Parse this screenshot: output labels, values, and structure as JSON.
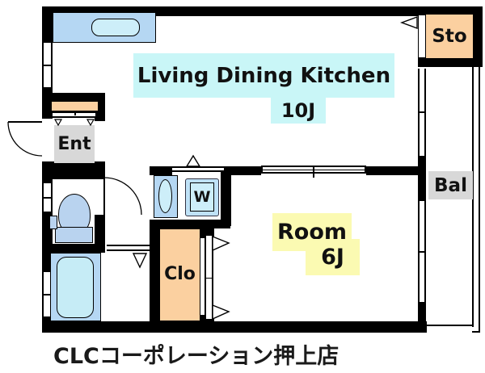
{
  "plan": {
    "ldk": {
      "name": "Living Dining Kitchen",
      "size": "10J"
    },
    "room": {
      "name": "Room",
      "size": "6J"
    },
    "entrance": {
      "label": "Ent"
    },
    "storage": {
      "label": "Sto"
    },
    "balcony": {
      "label": "Bal"
    },
    "closet": {
      "label": "Clo"
    },
    "washer": {
      "label": "W"
    }
  },
  "footer": {
    "company": "CLCコーポレーション押上店"
  },
  "colors": {
    "wall": "#000000",
    "cyan_label": "#c9f6f7",
    "yellow_label": "#fbfab2",
    "gray_label": "#d8d8d8",
    "orange": "#fbd0a0",
    "fixture_blue": "#b5d7f3",
    "fixture_cyan": "#cdeef9",
    "washer_blue": "#bfe2f7",
    "toilet_blue": "#b9d3ef",
    "tub_cyan": "#c6ecf6"
  }
}
